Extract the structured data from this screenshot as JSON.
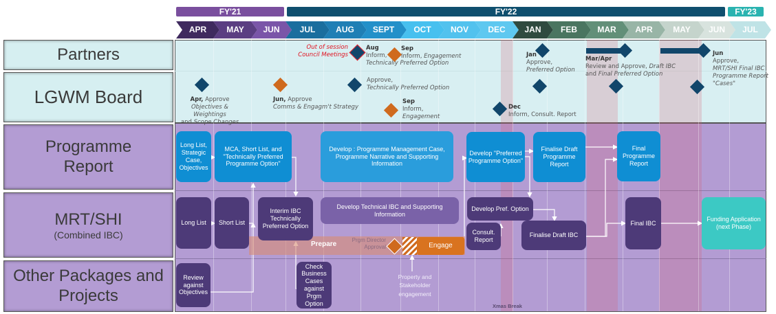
{
  "fiscal_years": [
    {
      "label": "FY'21",
      "color": "#7a4f9e"
    },
    {
      "label": "FY'22",
      "color": "#0f4f6e"
    },
    {
      "label": "FY'23",
      "color": "#2ab3b0"
    }
  ],
  "months": [
    {
      "label": "APR",
      "color": "#3f2a5e"
    },
    {
      "label": "MAY",
      "color": "#5b3e82"
    },
    {
      "label": "JUN",
      "color": "#7a55a8"
    },
    {
      "label": "JUL",
      "color": "#1a6e9e"
    },
    {
      "label": "AUG",
      "color": "#1f7fb5"
    },
    {
      "label": "SEPT",
      "color": "#2390c9"
    },
    {
      "label": "OCT",
      "color": "#47c0ef"
    },
    {
      "label": "NOV",
      "color": "#52c2ee"
    },
    {
      "label": "DEC",
      "color": "#5ec8f0"
    },
    {
      "label": "JAN",
      "color": "#2f4a3f"
    },
    {
      "label": "FEB",
      "color": "#4a7560"
    },
    {
      "label": "MAR",
      "color": "#628f78"
    },
    {
      "label": "APR",
      "color": "#98b5a6"
    },
    {
      "label": "MAY",
      "color": "#c5d4cc"
    },
    {
      "label": "JUN",
      "color": "#d8e3de"
    },
    {
      "label": "JUL",
      "color": "#bfe3e6"
    }
  ],
  "lanes": {
    "partners": "Partners",
    "board": "LGWM Board",
    "programme": "Programme Report",
    "mrt": "MRT/SHI",
    "mrt_sub": "(Combined IBC)",
    "other": "Other Packages and Projects"
  },
  "partners": {
    "council_note": "Out of session Council Meetings",
    "aug": {
      "month": "Aug",
      "text": "Inform,",
      "text2": "Technically Preferred Option"
    },
    "sep": {
      "month": "Sep",
      "text": "Inform, ",
      "text2": "Engagement"
    },
    "jan": {
      "month": "Jan",
      "text": "Approve,",
      "text2": "Preferred Option"
    },
    "marapr": {
      "month": "Mar/Apr",
      "text": "Review and Approve, ",
      "text2": "Draft IBC",
      "text3": "and ",
      "text4": "Final Preferred Option"
    },
    "jun": {
      "month": "Jun",
      "text": "Approve,",
      "text2": "MRT/SHI Final IBC Programme Report \"Cases\""
    }
  },
  "board": {
    "apr": {
      "month": "Apr,",
      "text": " Approve",
      "text2": "Objectives & Weightings",
      "text3": "and ",
      "text4": "Scope Changes"
    },
    "jun": {
      "month": "Jun,",
      "text": " Approve",
      "text2": "Comms & Engagm't Strategy"
    },
    "approve": {
      "text": "Approve,",
      "text2": "Technically Preferred Option"
    },
    "sep": {
      "month": "Sep",
      "text": "Inform,",
      "text2": "Engagement"
    },
    "dec": {
      "month": "Dec",
      "text": "Inform, Consult. Report"
    }
  },
  "programme": {
    "long_list": "Long List, Strategic Case, Objectives",
    "mca": "MCA, Short List, and \"Technically Preferred Programme Option\"",
    "develop": "Develop : Programme Management Case, Programme Narrative and Supporting Information",
    "develop_pref": "Develop \"Preferred Programme Option\"",
    "finalise_draft": "Finalise Draft Programme Report",
    "final": "Final Programme Report"
  },
  "mrt": {
    "long_list": "Long List",
    "short_list": "Short List",
    "interim": "Interim IBC Technically Preferred Option",
    "develop_tech": "Develop Technical IBC and Supporting Information",
    "develop_pref": "Develop Pref. Option",
    "consult": "Consult. Report",
    "finalise": "Finalise Draft IBC",
    "final": "Final IBC",
    "funding": "Funding Application (next Phase)",
    "prepare": "Prepare",
    "approval": "Prgm Director Approval",
    "engage": "Engage"
  },
  "other": {
    "review": "Review against Objectives",
    "check": "Check Business Cases against Prgm Option",
    "property": "Property and Stakeholder engagement",
    "xmas": "Xmas Break"
  },
  "colors": {
    "navy": "#11466b",
    "orange": "#cf6a1e",
    "blue_box": "#0f8ed3",
    "purple_box": "#4d3a78",
    "teal_box": "#3cc9c4",
    "council_red": "#e0101e"
  }
}
